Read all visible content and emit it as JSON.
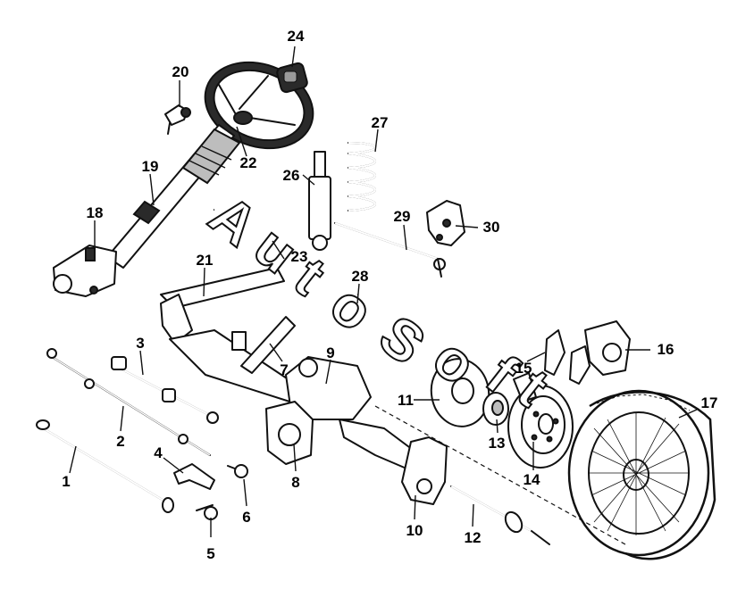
{
  "callouts": [
    {
      "id": "1",
      "label": "1"
    },
    {
      "id": "2",
      "label": "2"
    },
    {
      "id": "3",
      "label": "3"
    },
    {
      "id": "4",
      "label": "4"
    },
    {
      "id": "5",
      "label": "5"
    },
    {
      "id": "6",
      "label": "6"
    },
    {
      "id": "7",
      "label": "7"
    },
    {
      "id": "8",
      "label": "8"
    },
    {
      "id": "9",
      "label": "9"
    },
    {
      "id": "10",
      "label": "10"
    },
    {
      "id": "11",
      "label": "11"
    },
    {
      "id": "12",
      "label": "12"
    },
    {
      "id": "13",
      "label": "13"
    },
    {
      "id": "14",
      "label": "14"
    },
    {
      "id": "15",
      "label": "15"
    },
    {
      "id": "16",
      "label": "16"
    },
    {
      "id": "17",
      "label": "17"
    },
    {
      "id": "18",
      "label": "18"
    },
    {
      "id": "19",
      "label": "19"
    },
    {
      "id": "20",
      "label": "20"
    },
    {
      "id": "21",
      "label": "21"
    },
    {
      "id": "22",
      "label": "22"
    },
    {
      "id": "23",
      "label": "23"
    },
    {
      "id": "24",
      "label": "24"
    },
    {
      "id": "26",
      "label": "26"
    },
    {
      "id": "27",
      "label": "27"
    },
    {
      "id": "28",
      "label": "28"
    },
    {
      "id": "29",
      "label": "29"
    },
    {
      "id": "30",
      "label": "30"
    }
  ],
  "watermark": [
    "A",
    "u",
    "t",
    "o",
    "S",
    "o",
    "f",
    "t"
  ]
}
